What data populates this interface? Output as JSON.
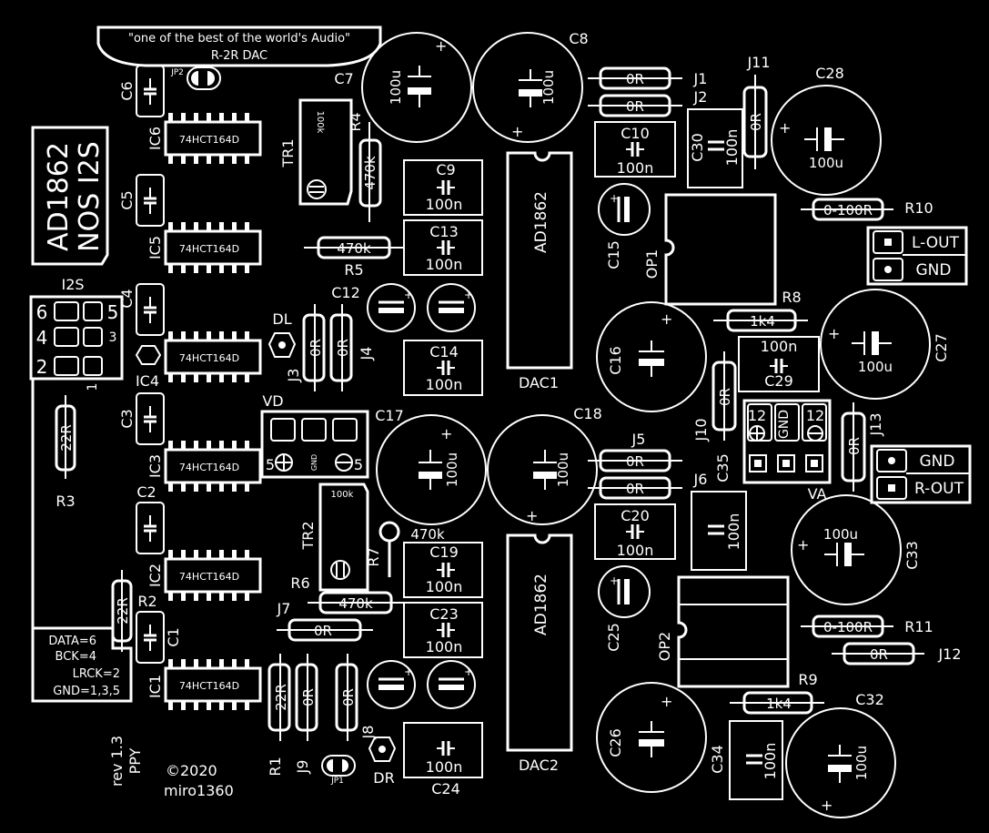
{
  "title": {
    "quote": "\"one of the best of the world's Audio\"",
    "subtitle": "R-2R DAC",
    "board_name_1": "AD1862",
    "board_name_2": "NOS I2S"
  },
  "chips": {
    "shift_reg": "74HCT164D",
    "dac": "AD1862"
  },
  "refs": {
    "C1": "C1",
    "C2": "C2",
    "C3": "C3",
    "C4": "C4",
    "C5": "C5",
    "C6": "C6",
    "C7": "C7",
    "C8": "C8",
    "C9": "C9",
    "C10": "C10",
    "C12": "C12",
    "C13": "C13",
    "C14": "C14",
    "C15": "C15",
    "C16": "C16",
    "C17": "C17",
    "C18": "C18",
    "C19": "C19",
    "C20": "C20",
    "C23": "C23",
    "C24": "C24",
    "C25": "C25",
    "C26": "C26",
    "C27": "C27",
    "C28": "C28",
    "C29": "C29",
    "C30": "C30",
    "C32": "C32",
    "C33": "C33",
    "C34": "C34",
    "C35": "C35",
    "IC1": "IC1",
    "IC2": "IC2",
    "IC3": "IC3",
    "IC4": "IC4",
    "IC5": "IC5",
    "IC6": "IC6",
    "DAC1": "DAC1",
    "DAC2": "DAC2",
    "OP1": "OP1",
    "OP2": "OP2",
    "TR1": "TR1",
    "TR2": "TR2",
    "R1": "R1",
    "R2": "R2",
    "R3": "R3",
    "R4": "R4",
    "R5": "R5",
    "R6": "R6",
    "R7": "R7",
    "R8": "R8",
    "R9": "R9",
    "R10": "R10",
    "R11": "R11",
    "J1": "J1",
    "J2": "J2",
    "J3": "J3",
    "J4": "J4",
    "J5": "J5",
    "J6": "J6",
    "J7": "J7",
    "J8": "J8",
    "J9": "J9",
    "J10": "J10",
    "J11": "J11",
    "J12": "J12",
    "J13": "J13",
    "JP1": "JP1",
    "JP2": "JP2",
    "DL": "DL",
    "DR": "DR",
    "VD": "VD",
    "VA": "VA",
    "I2S": "I2S"
  },
  "values": {
    "u100": "100u",
    "n100": "100n",
    "zero": "0R",
    "r22": "22R",
    "k470": "470k",
    "k1_4": "1k4",
    "trim": "100k",
    "r0_100": "0-100R"
  },
  "connectors": {
    "l_out": "L-OUT",
    "r_out": "R-OUT",
    "gnd": "GND",
    "pin5": "5",
    "pin12": "12",
    "i2s_pins": [
      "6",
      "5",
      "4",
      "3",
      "2",
      "1"
    ]
  },
  "pin_legend": [
    "DATA=6",
    "BCK=4",
    "LRCK=2",
    "GND=1,3,5"
  ],
  "footer": {
    "rev": "rev 1.3",
    "ppy": "PPY",
    "copyright": "©2020",
    "author": "miro1360"
  }
}
